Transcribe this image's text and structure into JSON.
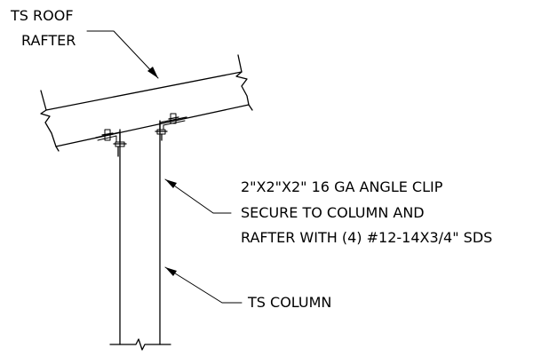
{
  "labels": {
    "rafter_line1": "TS ROOF",
    "rafter_line2": "RAFTER",
    "clip_line1": "2\"X2\"X2\" 16 GA ANGLE CLIP",
    "clip_line2": "SECURE TO COLUMN AND",
    "clip_line3": "RAFTER WITH (4) #12-14X3/4\" SDS",
    "column": "TS COLUMN"
  }
}
